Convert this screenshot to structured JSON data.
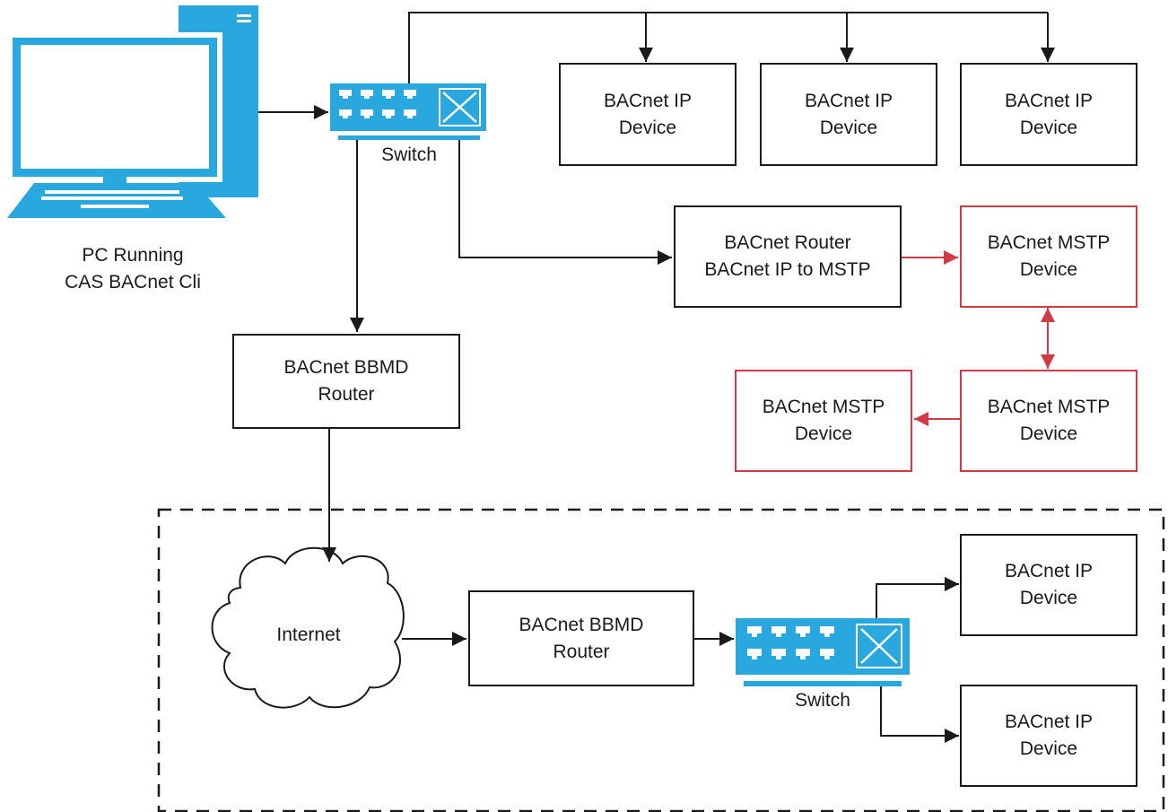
{
  "colors": {
    "line": "#1a1a1a",
    "mstp_link": "#d23a45",
    "device_blue": "#29a8e0"
  },
  "icons": {
    "pc": "desktop-computer-icon",
    "switch": "network-switch-icon",
    "internet": "cloud-icon"
  },
  "pc": {
    "line1": "PC Running",
    "line2": "CAS BACnet Cli"
  },
  "switch_top": {
    "label": "Switch"
  },
  "ip_devices_top": [
    {
      "line1": "BACnet IP",
      "line2": "Device"
    },
    {
      "line1": "BACnet IP",
      "line2": "Device"
    },
    {
      "line1": "BACnet IP",
      "line2": "Device"
    }
  ],
  "router_ip_mstp": {
    "line1": "BACnet Router",
    "line2": "BACnet IP to MSTP"
  },
  "mstp_devices": [
    {
      "line1": "BACnet MSTP",
      "line2": "Device"
    },
    {
      "line1": "BACnet MSTP",
      "line2": "Device"
    },
    {
      "line1": "BACnet MSTP",
      "line2": "Device"
    }
  ],
  "bbmd_top": {
    "line1": "BACnet BBMD",
    "line2": "Router"
  },
  "remote_site": {
    "internet": {
      "label": "Internet"
    },
    "bbmd": {
      "line1": "BACnet BBMD",
      "line2": "Router"
    },
    "switch": {
      "label": "Switch"
    },
    "ip_devices": [
      {
        "line1": "BACnet IP",
        "line2": "Device"
      },
      {
        "line1": "BACnet IP",
        "line2": "Device"
      }
    ]
  }
}
